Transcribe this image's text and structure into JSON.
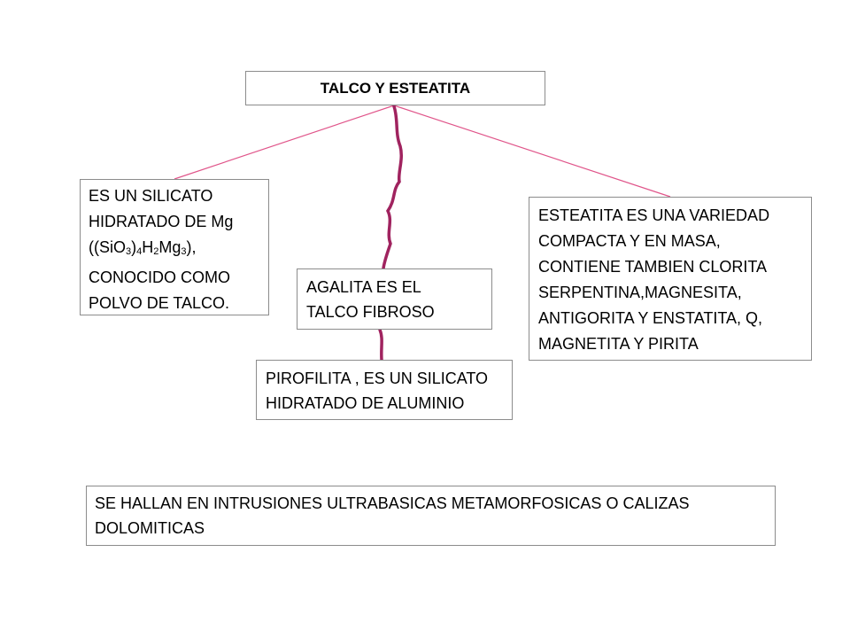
{
  "colors": {
    "thin_connector": "#e0558a",
    "wavy_connector": "#a0235f",
    "box_border": "#8c8c8c"
  },
  "title_box": {
    "text": "TALCO Y ESTEATITA"
  },
  "left_box": {
    "line1": "ES UN SILICATO",
    "line2": "HIDRATADO DE Mg",
    "formula": {
      "open": "((SiO",
      "sub1": "3",
      "part2": ")",
      "sub2": "4",
      "part3": "H",
      "sub3": "2",
      "part4": "Mg",
      "sub4": "3",
      "close": "),"
    },
    "line4": "CONOCIDO COMO",
    "line5": "POLVO DE TALCO."
  },
  "mid_box": {
    "line1": "AGALITA ES EL",
    "line2": "TALCO FIBROSO"
  },
  "right_box": {
    "line1": "ESTEATITA ES UNA VARIEDAD",
    "line2": "COMPACTA Y EN MASA,",
    "line3": "CONTIENE TAMBIEN CLORITA",
    "line4": "SERPENTINA,MAGNESITA,",
    "line5": "ANTIGORITA Y ENSTATITA, Q,",
    "line6": "MAGNETITA Y PIRITA"
  },
  "bottom_mid_box": {
    "line1": "PIROFILITA , ES UN SILICATO",
    "line2": "HIDRATADO DE ALUMINIO"
  },
  "bottom_box": {
    "line1": "SE HALLAN EN INTRUSIONES ULTRABASICAS METAMORFOSICAS O CALIZAS",
    "line2": "DOLOMITICAS"
  }
}
